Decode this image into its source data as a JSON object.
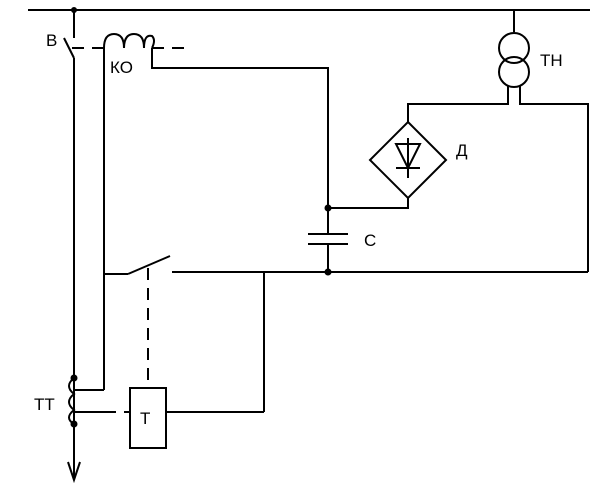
{
  "labels": {
    "breaker": "В",
    "trip_coil": "КО",
    "voltage_transformer": "ТН",
    "rectifier": "Д",
    "capacitor": "С",
    "current_transformer": "ТТ",
    "relay": "Т"
  }
}
